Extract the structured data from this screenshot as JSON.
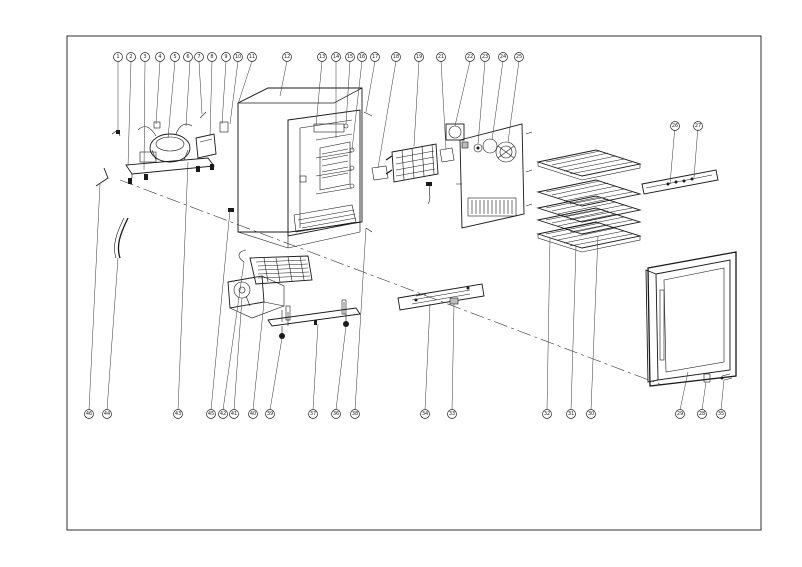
{
  "callouts": [
    {
      "label": "1"
    },
    {
      "label": "2"
    },
    {
      "label": "3"
    },
    {
      "label": "4"
    },
    {
      "label": "5"
    },
    {
      "label": "6"
    },
    {
      "label": "7"
    },
    {
      "label": "8"
    },
    {
      "label": "9"
    },
    {
      "label": "10"
    },
    {
      "label": "11"
    },
    {
      "label": "12"
    },
    {
      "label": "13"
    },
    {
      "label": "14"
    },
    {
      "label": "15"
    },
    {
      "label": "16"
    },
    {
      "label": "17"
    },
    {
      "label": "18"
    },
    {
      "label": "19"
    },
    {
      "label": "21"
    },
    {
      "label": "22"
    },
    {
      "label": "23"
    },
    {
      "label": "24"
    },
    {
      "label": "25"
    },
    {
      "label": "26"
    },
    {
      "label": "27"
    },
    {
      "label": "28"
    },
    {
      "label": "29"
    },
    {
      "label": "30"
    },
    {
      "label": "31"
    },
    {
      "label": "32"
    },
    {
      "label": "33"
    },
    {
      "label": "34"
    },
    {
      "label": "35"
    },
    {
      "label": "36"
    },
    {
      "label": "37"
    },
    {
      "label": "38"
    },
    {
      "label": "39"
    },
    {
      "label": "40"
    },
    {
      "label": "41"
    },
    {
      "label": "42"
    },
    {
      "label": "43"
    },
    {
      "label": "44"
    },
    {
      "label": "45"
    },
    {
      "label": "46"
    }
  ]
}
